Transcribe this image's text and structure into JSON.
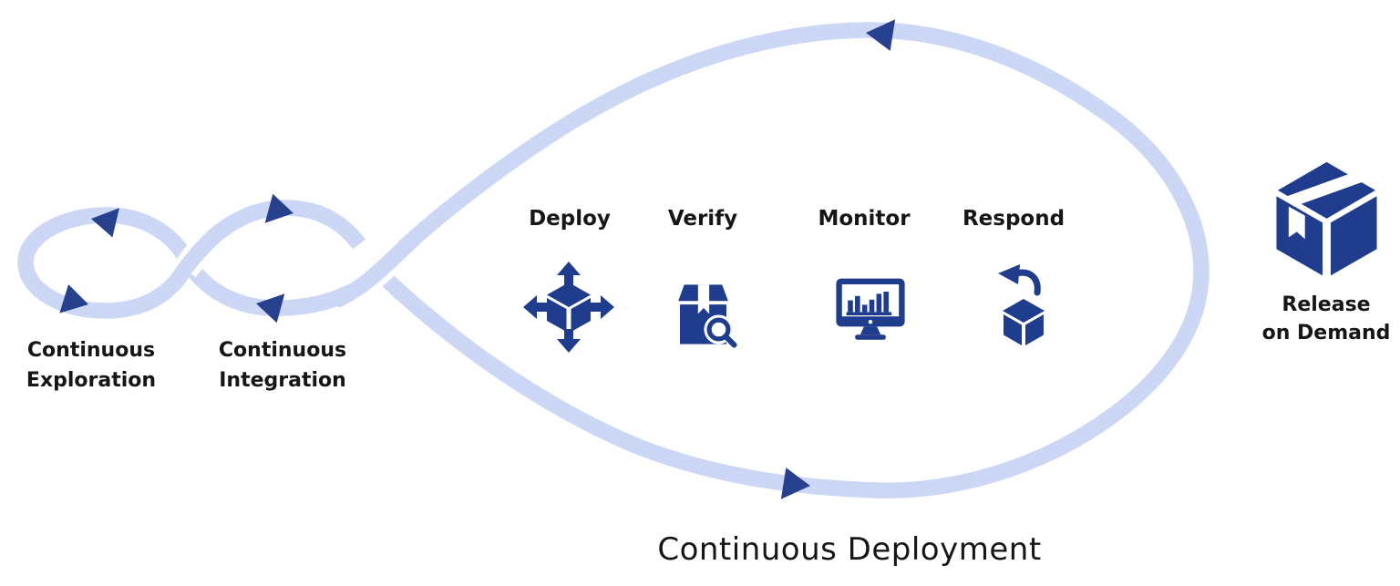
{
  "colors": {
    "ribbon": "#ccd7f5",
    "accent": "#1f3d8c",
    "arrow": "#27418f",
    "text": "#161616",
    "background": "#ffffff"
  },
  "loops": {
    "exploration": {
      "line1": "Continuous",
      "line2": "Exploration"
    },
    "integration": {
      "line1": "Continuous",
      "line2": "Integration"
    },
    "deployment": {
      "label": "Continuous Deployment"
    }
  },
  "steps": [
    {
      "label": "Deploy",
      "icon": "cube-expand-arrows-icon"
    },
    {
      "label": "Verify",
      "icon": "package-magnifier-icon"
    },
    {
      "label": "Monitor",
      "icon": "monitor-bar-chart-icon"
    },
    {
      "label": "Respond",
      "icon": "cube-undo-arrow-icon"
    }
  ],
  "release": {
    "line1": "Release",
    "line2": "on Demand",
    "icon": "package-box-icon"
  }
}
